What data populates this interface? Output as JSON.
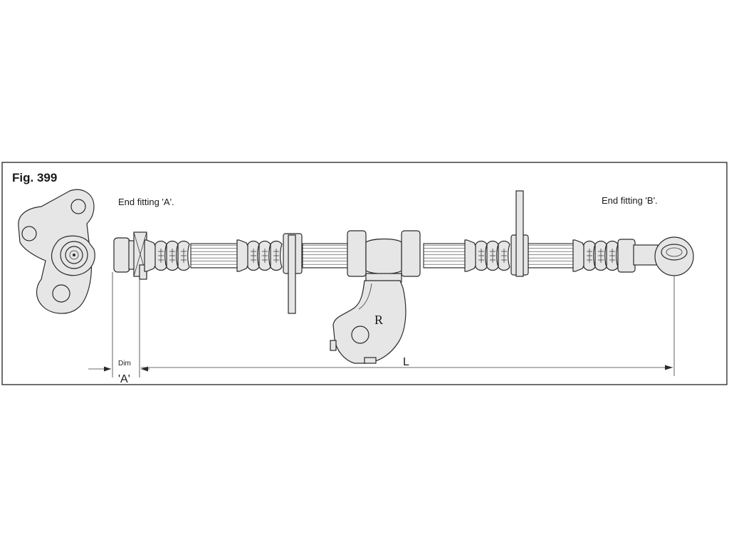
{
  "figure": {
    "title": "Fig. 399",
    "end_fitting_a": "End fitting 'A'.",
    "end_fitting_b": "End fitting 'B'.",
    "dim_label": "Dim",
    "dim_value": "'A'",
    "bracket_label": "R",
    "length_label": "L"
  }
}
